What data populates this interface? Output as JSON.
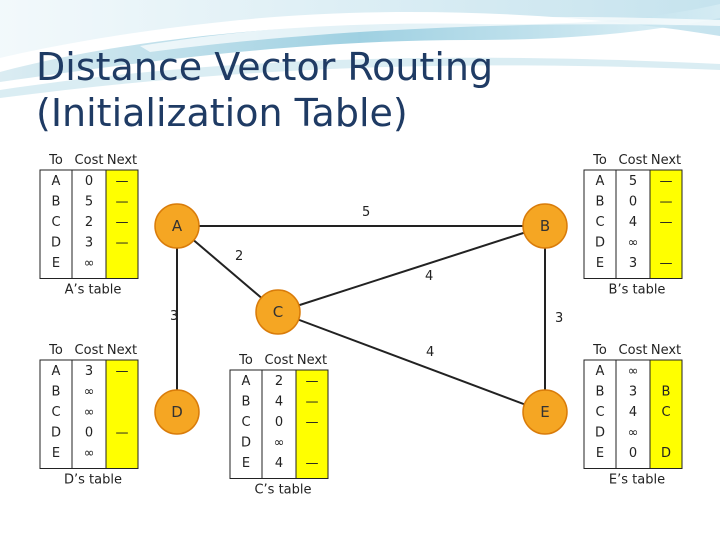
{
  "slide": {
    "title_line1": "Distance Vector Routing",
    "title_line2": "(Initialization Table)"
  },
  "colors": {
    "title": "#1f3b64",
    "node_fill": "#f5a623",
    "node_stroke": "#d97c0a",
    "next_column": "#ffff00",
    "table_bg": "#ffffff",
    "line": "#222222"
  },
  "headers": {
    "to": "To",
    "cost": "Cost",
    "next": "Next"
  },
  "nodes": [
    {
      "id": "A",
      "label": "A"
    },
    {
      "id": "B",
      "label": "B"
    },
    {
      "id": "C",
      "label": "C"
    },
    {
      "id": "D",
      "label": "D"
    },
    {
      "id": "E",
      "label": "E"
    }
  ],
  "edges": [
    {
      "from": "A",
      "to": "B",
      "cost": "5"
    },
    {
      "from": "A",
      "to": "C",
      "cost": "2"
    },
    {
      "from": "A",
      "to": "D",
      "cost": "3"
    },
    {
      "from": "B",
      "to": "C",
      "cost": "4"
    },
    {
      "from": "B",
      "to": "E",
      "cost": "3"
    },
    {
      "from": "C",
      "to": "E",
      "cost": "4"
    }
  ],
  "tables": [
    {
      "id": "A",
      "caption": "A’s table",
      "to": [
        "A",
        "B",
        "C",
        "D",
        "E"
      ],
      "cost": [
        "0",
        "5",
        "2",
        "3",
        "∞"
      ],
      "next": [
        "—",
        "—",
        "—",
        "—",
        ""
      ]
    },
    {
      "id": "B",
      "caption": "B’s table",
      "to": [
        "A",
        "B",
        "C",
        "D",
        "E"
      ],
      "cost": [
        "5",
        "0",
        "4",
        "∞",
        "3"
      ],
      "next": [
        "—",
        "—",
        "—",
        "",
        "—"
      ]
    },
    {
      "id": "C",
      "caption": "C’s table",
      "to": [
        "A",
        "B",
        "C",
        "D",
        "E"
      ],
      "cost": [
        "2",
        "4",
        "0",
        "∞",
        "4"
      ],
      "next": [
        "—",
        "—",
        "—",
        "",
        "—"
      ]
    },
    {
      "id": "D",
      "caption": "D’s table",
      "to": [
        "A",
        "B",
        "C",
        "D",
        "E"
      ],
      "cost": [
        "3",
        "∞",
        "∞",
        "0",
        "∞"
      ],
      "next": [
        "—",
        "",
        "",
        "—",
        ""
      ]
    },
    {
      "id": "E",
      "caption": "E’s table",
      "to": [
        "A",
        "B",
        "C",
        "D",
        "E"
      ],
      "cost": [
        "∞",
        "3",
        "4",
        "∞",
        "0"
      ],
      "next": [
        "",
        "B",
        "C",
        "",
        "D"
      ]
    }
  ]
}
